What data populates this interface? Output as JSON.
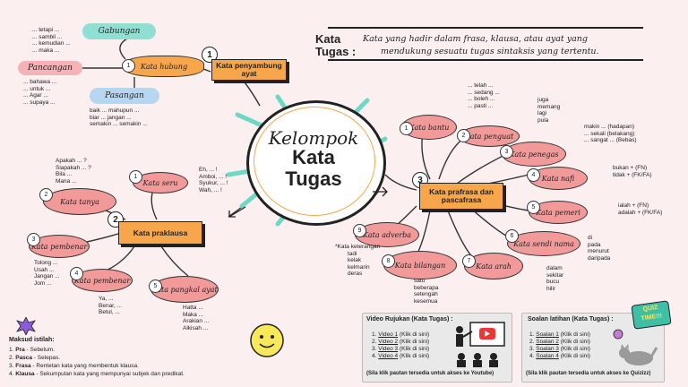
{
  "colors": {
    "background": "#fbeff0",
    "pink": "#f29a9a",
    "orange": "#f7a64c",
    "mint": "#6fd8c4",
    "dark": "#222222"
  },
  "center": {
    "line1": "Kelompok",
    "line2": "Kata",
    "line3": "Tugas"
  },
  "definition": {
    "term1": "Kata",
    "term2": "Tugas :",
    "line1": "Kata yang hadir dalam frasa, klausa, atau ayat yang",
    "line2": "mendukung sesuatu tugas sintaksis yang tertentu."
  },
  "branch1": {
    "num": "1",
    "title": "Kata penyambung ayat",
    "node": "Kata hubung",
    "node_num": "1",
    "gabungan": {
      "label": "Gabungan",
      "items": [
        "... tetapi ...",
        "... sambil ...",
        "... kemudian ...",
        "... maka ..."
      ]
    },
    "pancangan": {
      "label": "Pancangan",
      "items": [
        "... bahawa ...",
        "... untuk ...",
        "... Agar ...",
        "... supaya ..."
      ]
    },
    "pasangan": {
      "label": "Pasangan",
      "items": [
        "baik ... mahupun ...",
        "biar ... jangan ...",
        "semakin ... semakin ..."
      ]
    }
  },
  "branch2": {
    "num": "2",
    "title": "Kata praklausa",
    "nodes": [
      {
        "num": "1",
        "label": "Kata seru",
        "items": [
          "Eh, ... !",
          "Amboi, ... !",
          "Syukur, ... !",
          "Wah, ... !"
        ]
      },
      {
        "num": "2",
        "label": "Kata tanya",
        "items": [
          "Apakah ... ?",
          "Siapakah ... ?",
          "Bila ...",
          "Mana ..."
        ]
      },
      {
        "num": "3",
        "label": "Kata pembenar",
        "items": [
          "Tolong ...",
          "Usah ...",
          "Jangan ...",
          "Jom ..."
        ]
      },
      {
        "num": "4",
        "label": "Kata pembenar",
        "items": [
          "Ya, ...",
          "Benar, ...",
          "Betul, ..."
        ]
      },
      {
        "num": "5",
        "label": "Kata pangkal ayat",
        "items": [
          "Hatta ...",
          "Maka ...",
          "Arakian ...",
          "Alkisah ..."
        ]
      }
    ]
  },
  "branch3": {
    "num": "3",
    "title": "Kata prafrasa dan pascafrasa",
    "nodes": [
      {
        "num": "1",
        "label": "Kata bantu",
        "items": [
          "... telah ...",
          "... sedang ...",
          "... boleh ...",
          "... pasti ..."
        ]
      },
      {
        "num": "2",
        "label": "Kata penguat",
        "items": [
          "juga",
          "memang",
          "lagi",
          "pula"
        ]
      },
      {
        "num": "3",
        "label": "Kata penegas",
        "items": [
          "makin ... (hadapan)",
          "... sekali (belakang)",
          "... sangat ... (Bebas)"
        ]
      },
      {
        "num": "4",
        "label": "Kata nafi",
        "items": [
          "bukan + (FN)",
          "tidak + (FK/FA)"
        ]
      },
      {
        "num": "5",
        "label": "Kata pemeri",
        "items": [
          "ialah + (FN)",
          "adalah + (FK/FA)"
        ]
      },
      {
        "num": "6",
        "label": "Kata sendi nama",
        "items": [
          "di",
          "pada",
          "menurut",
          "daripada"
        ]
      },
      {
        "num": "7",
        "label": "Kata arah",
        "items": [
          "dalam",
          "sekitar",
          "bucu",
          "hilir"
        ]
      },
      {
        "num": "8",
        "label": "Kata bilangan",
        "items": [
          "satu",
          "beberapa",
          "setengah",
          "kesemua"
        ]
      },
      {
        "num": "9",
        "label": "Kata adverba",
        "items": [
          "*Kata keterangan",
          "tadi",
          "kelak",
          "kelmarin",
          "deras"
        ]
      }
    ]
  },
  "legend": {
    "title": "Maksud istilah:",
    "items": [
      {
        "n": "1.",
        "term": "Pra",
        "desc": " - Sebelum."
      },
      {
        "n": "2.",
        "term": "Pasca",
        "desc": " - Selepas."
      },
      {
        "n": "3.",
        "term": "Frasa",
        "desc": " - Rentetan kata yang membentuk klausa."
      },
      {
        "n": "4.",
        "term": "Klausa",
        "desc": " - Sekumpulan kata yang mempunyai subjek dan predikat."
      }
    ]
  },
  "video": {
    "title": "Video Rujukan (Kata Tugas) :",
    "items": [
      "Video 1",
      "Video 2",
      "Video 3",
      "Video 4"
    ],
    "suffix": " (Klik di sini)",
    "note": "(Sila klik pautan tersedia untuk akses ke Youtube)"
  },
  "quiz": {
    "title": "Soalan latihan (Kata Tugas) :",
    "items": [
      "Soalan 1",
      "Soalan 2",
      "Soalan 3",
      "Soalan 4"
    ],
    "suffix": " (Klik di sini)",
    "note": "(Sila klik pautan tersedia untuk akses ke Quizizz)",
    "badge": "QUIZ TIME!!!"
  }
}
